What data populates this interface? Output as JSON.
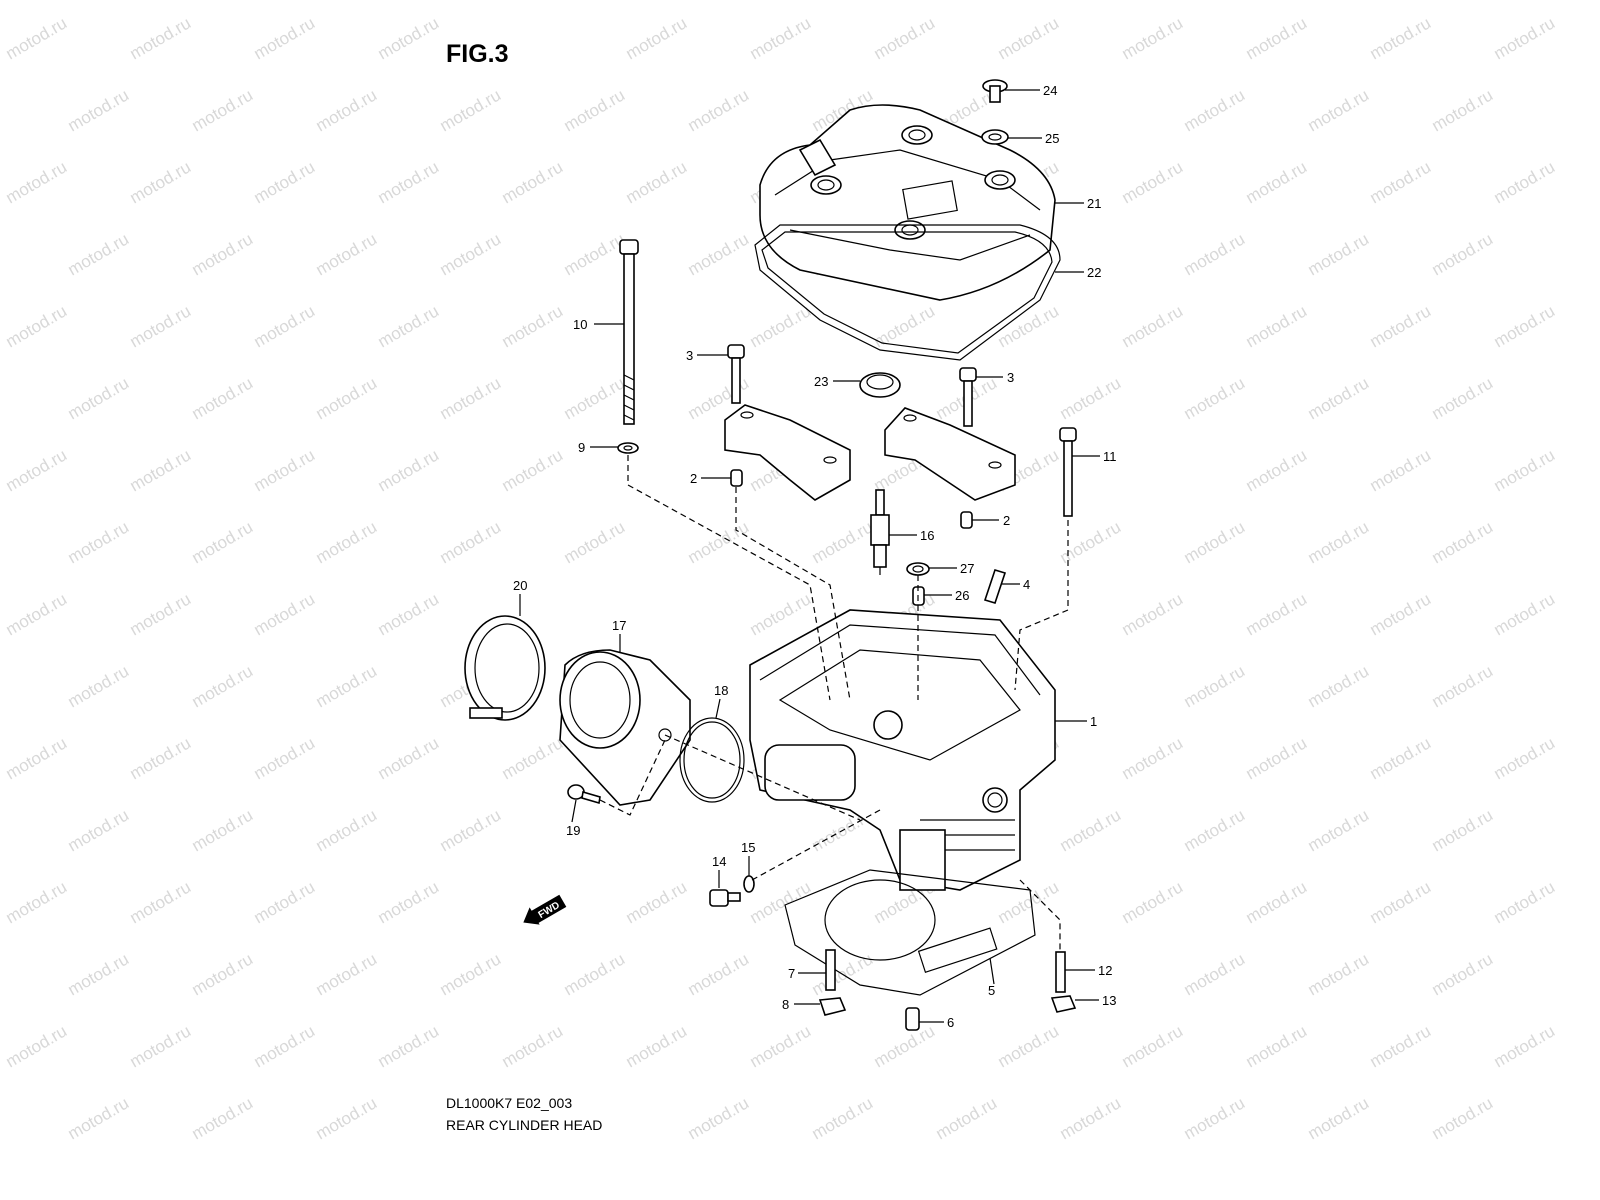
{
  "figure_title": "FIG.3",
  "watermark": "motod.ru",
  "model_code": "DL1000K7 E02_003",
  "diagram_title": "REAR CYLINDER HEAD",
  "fwd_label": "FWD",
  "callouts": [
    "24",
    "25",
    "21",
    "22",
    "10",
    "3",
    "23",
    "3",
    "9",
    "11",
    "2",
    "2",
    "16",
    "27",
    "4",
    "26",
    "20",
    "17",
    "18",
    "1",
    "19",
    "14",
    "15",
    "7",
    "12",
    "5",
    "8",
    "13",
    "6"
  ],
  "colors": {
    "line": "#000000",
    "watermark": "#d8d8d8",
    "background": "#ffffff"
  }
}
